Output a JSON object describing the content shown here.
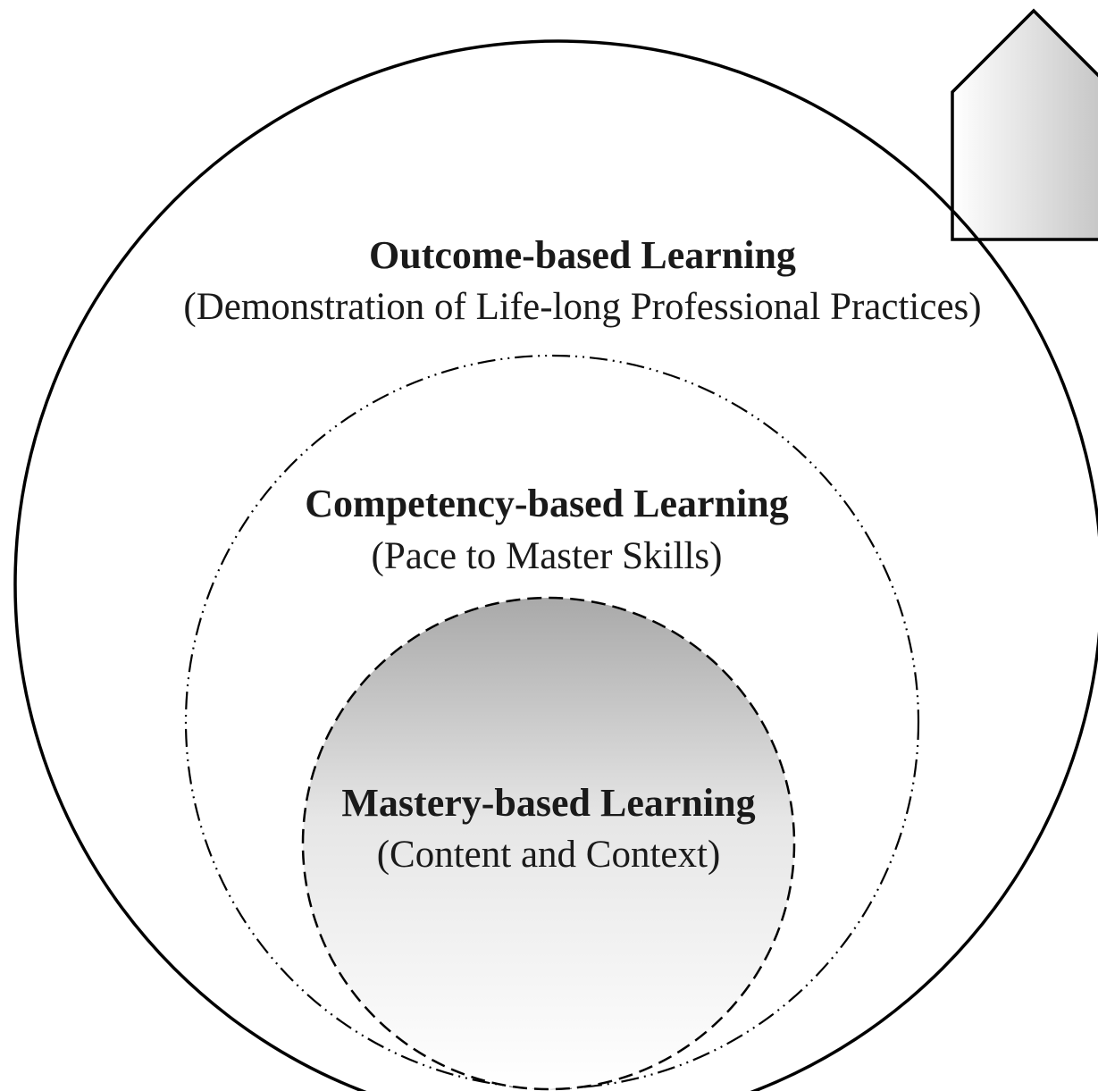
{
  "outer": {
    "title": "Outcome-based Learning",
    "subtitle": "(Demonstration of Life-long Professional Practices)"
  },
  "middle": {
    "title": "Competency-based Learning",
    "subtitle": "(Pace to Master Skills)"
  },
  "inner": {
    "title": "Mastery-based Learning",
    "subtitle": "(Content and Context)"
  },
  "colors": {
    "stroke": "#000000",
    "inner_fill_top": "#a9a9a9",
    "inner_fill_bottom": "#ffffff",
    "arrow_fill_left": "#ffffff",
    "arrow_fill_right": "#c8c8c8"
  }
}
